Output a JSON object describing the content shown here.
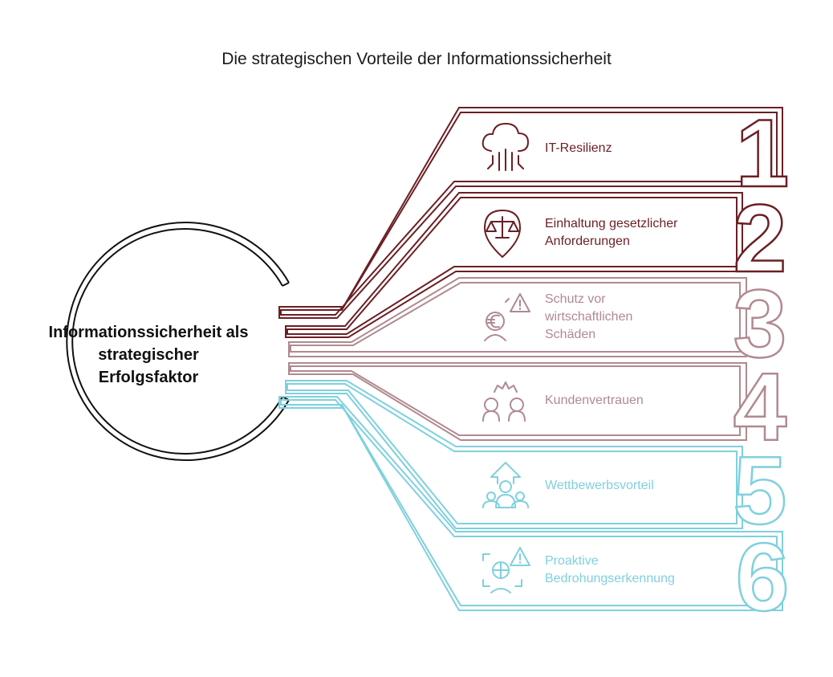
{
  "title": "Die strategischen Vorteile der Informationssicherheit",
  "hub": {
    "text": "Informationssicherheit als strategischer Erfolgsfaktor"
  },
  "items": [
    {
      "number": "1",
      "label": "IT-Resilienz",
      "icon": "cloud-circuit-icon",
      "color": "#6b1f24"
    },
    {
      "number": "2",
      "label": "Einhaltung gesetzlicher Anforderungen",
      "icon": "scale-pin-icon",
      "color": "#6b1f24"
    },
    {
      "number": "3",
      "label": "Schutz vor wirtschaftlichen Schäden",
      "icon": "euro-warning-icon",
      "color": "#b08a90"
    },
    {
      "number": "4",
      "label": "Kundenvertrauen",
      "icon": "people-trust-icon",
      "color": "#b08a90"
    },
    {
      "number": "5",
      "label": "Wettbewerbsvorteil",
      "icon": "growth-team-icon",
      "color": "#7fd0de"
    },
    {
      "number": "6",
      "label": "Proaktive Bedrohungserkennung",
      "icon": "threat-detection-icon",
      "color": "#7fd0de"
    }
  ]
}
